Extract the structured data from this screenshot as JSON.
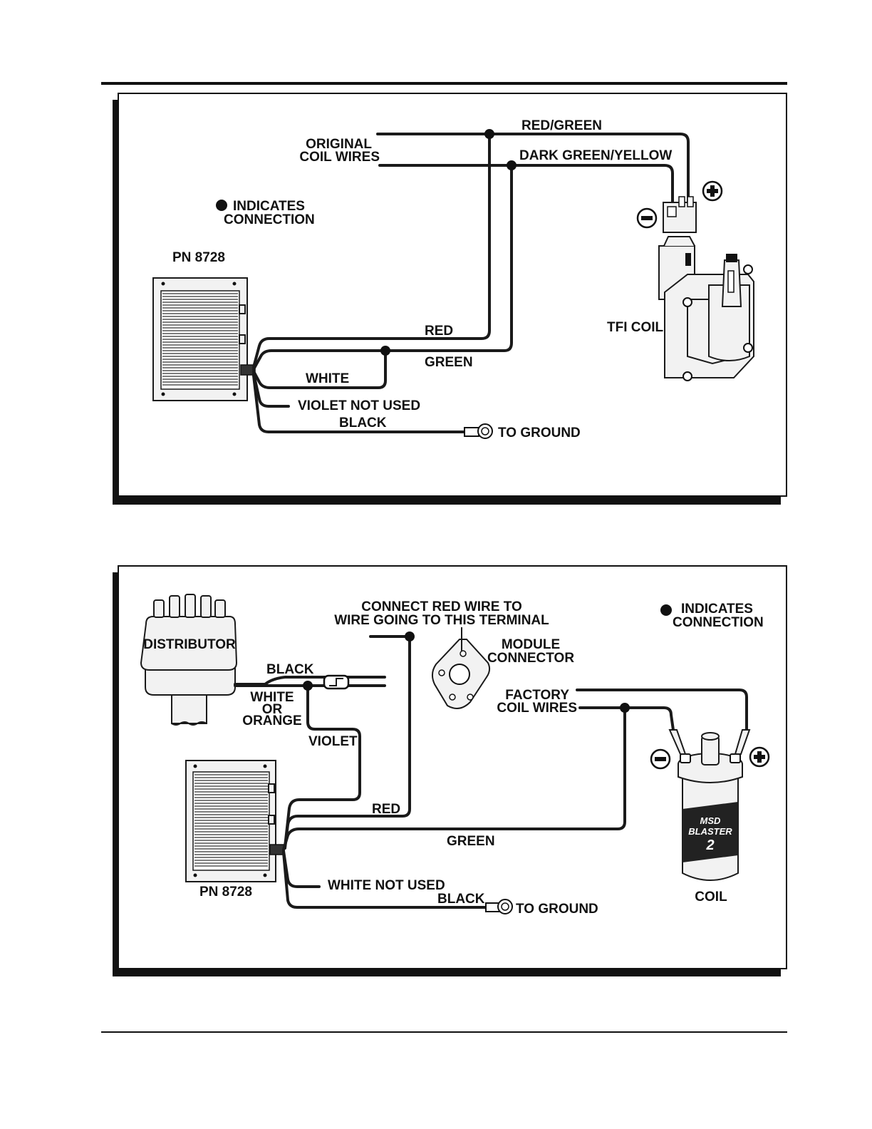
{
  "diagram1": {
    "original_coil_wires_line1": "ORIGINAL",
    "original_coil_wires_line2": "COIL WIRES",
    "red_green": "RED/GREEN",
    "dark_green_yellow": "DARK GREEN/YELLOW",
    "legend_line1": "INDICATES",
    "legend_line2": "CONNECTION",
    "pn": "PN 8728",
    "red": "RED",
    "green": "GREEN",
    "white": "WHITE",
    "violet": "VIOLET NOT USED",
    "black": "BLACK",
    "to_ground": "TO GROUND",
    "tfi_coil": "TFI COIL"
  },
  "diagram2": {
    "distributor": "DISTRIBUTOR",
    "connect_line1": "CONNECT RED WIRE TO",
    "connect_line2": "WIRE GOING TO THIS TERMINAL",
    "module_connector_line1": "MODULE",
    "module_connector_line2": "CONNECTOR",
    "legend_line1": "INDICATES",
    "legend_line2": "CONNECTION",
    "black_top": "BLACK",
    "white_or_orange_line1": "WHITE",
    "white_or_orange_line2": "OR",
    "white_or_orange_line3": "ORANGE",
    "violet": "VIOLET",
    "factory_line1": "FACTORY",
    "factory_line2": "COIL WIRES",
    "red": "RED",
    "green": "GREEN",
    "white_not_used": "WHITE NOT USED",
    "black": "BLACK",
    "to_ground": "TO GROUND",
    "pn": "PN 8728",
    "coil": "COIL",
    "coil_brand_1": "MSD",
    "coil_brand_2": "BLASTER",
    "coil_brand_3": "2"
  }
}
